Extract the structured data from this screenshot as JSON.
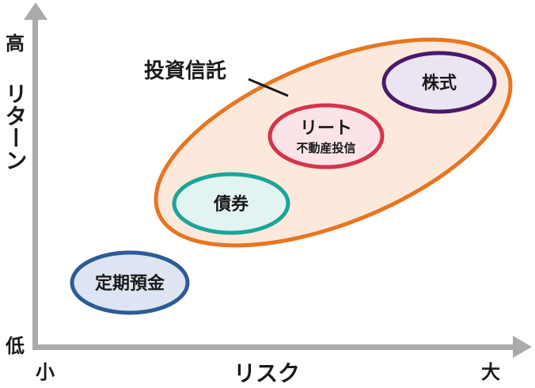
{
  "axes": {
    "y_high": "高",
    "y_title": "リターン",
    "y_low": "低",
    "x_low": "小",
    "x_title": "リスク",
    "x_high": "大"
  },
  "group": {
    "label": "投資信託",
    "fill": "#fde9dc",
    "stroke": "#e87520"
  },
  "items": {
    "deposit": {
      "label": "定期預金",
      "fill": "#dde5f2",
      "stroke": "#2e5b97"
    },
    "bond": {
      "label": "債券",
      "fill": "#e2f3f1",
      "stroke": "#1aa597"
    },
    "reit": {
      "label": "リート",
      "sublabel": "不動産投信",
      "fill": "#fbe3e7",
      "stroke": "#d6334c"
    },
    "stock": {
      "label": "株式",
      "fill": "#ebe4f1",
      "stroke": "#4a1a6a"
    }
  },
  "colors": {
    "axis": "#aaaaaa",
    "text": "#1a1a1a"
  }
}
